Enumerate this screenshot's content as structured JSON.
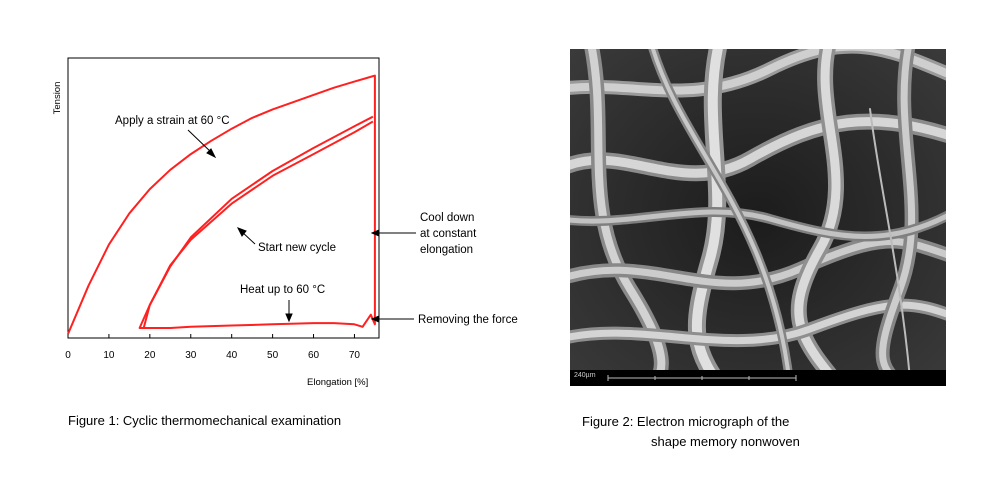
{
  "chart_data": {
    "type": "line",
    "title": "",
    "xlabel": "Elongation [%]",
    "ylabel": "Tension",
    "xlim": [
      0,
      76
    ],
    "ylim": [
      0,
      100
    ],
    "xticks": [
      0,
      10,
      20,
      30,
      40,
      50,
      60,
      70
    ],
    "grid": false,
    "series": [
      {
        "x": [
          0,
          5,
          10,
          15,
          20,
          25,
          30,
          35,
          40,
          45,
          50,
          55,
          60,
          65,
          70,
          73,
          75,
          75,
          75,
          74,
          72,
          70,
          65,
          60,
          50,
          40,
          30,
          25,
          20,
          17.5,
          17.5,
          20,
          25,
          30,
          40,
          50,
          60,
          70,
          74.5
        ],
        "y": [
          0,
          20,
          37,
          50,
          60,
          68,
          74.5,
          80,
          85,
          89.5,
          93,
          96,
          99,
          102,
          104.5,
          106,
          107,
          60,
          4,
          8,
          3,
          4,
          4.5,
          4.5,
          4,
          3.5,
          3,
          2.5,
          2.5,
          2.5,
          2.5,
          12,
          28,
          40,
          56,
          67.5,
          77,
          86,
          90
        ]
      },
      {
        "x": [
          74.5,
          70,
          60,
          50,
          40,
          30,
          25,
          20,
          18.5
        ],
        "y": [
          88,
          83.5,
          74.5,
          65.5,
          54,
          39,
          28.5,
          12,
          2.5
        ]
      }
    ],
    "annotations": [
      "Apply a strain at 60 °C",
      "Start new cycle",
      "Heat up to 60 °C",
      "Cool down",
      "at constant",
      "elongation",
      "Removing the force"
    ]
  },
  "captions": {
    "figure1": "Figure 1: Cyclic thermomechanical examination",
    "figure2_line1": "Figure 2: Electron micrograph of the",
    "figure2_line2": "shape memory nonwoven"
  },
  "micrograph": {
    "scale_label": "240µm"
  },
  "colors": {
    "curve": "#ff2020"
  }
}
